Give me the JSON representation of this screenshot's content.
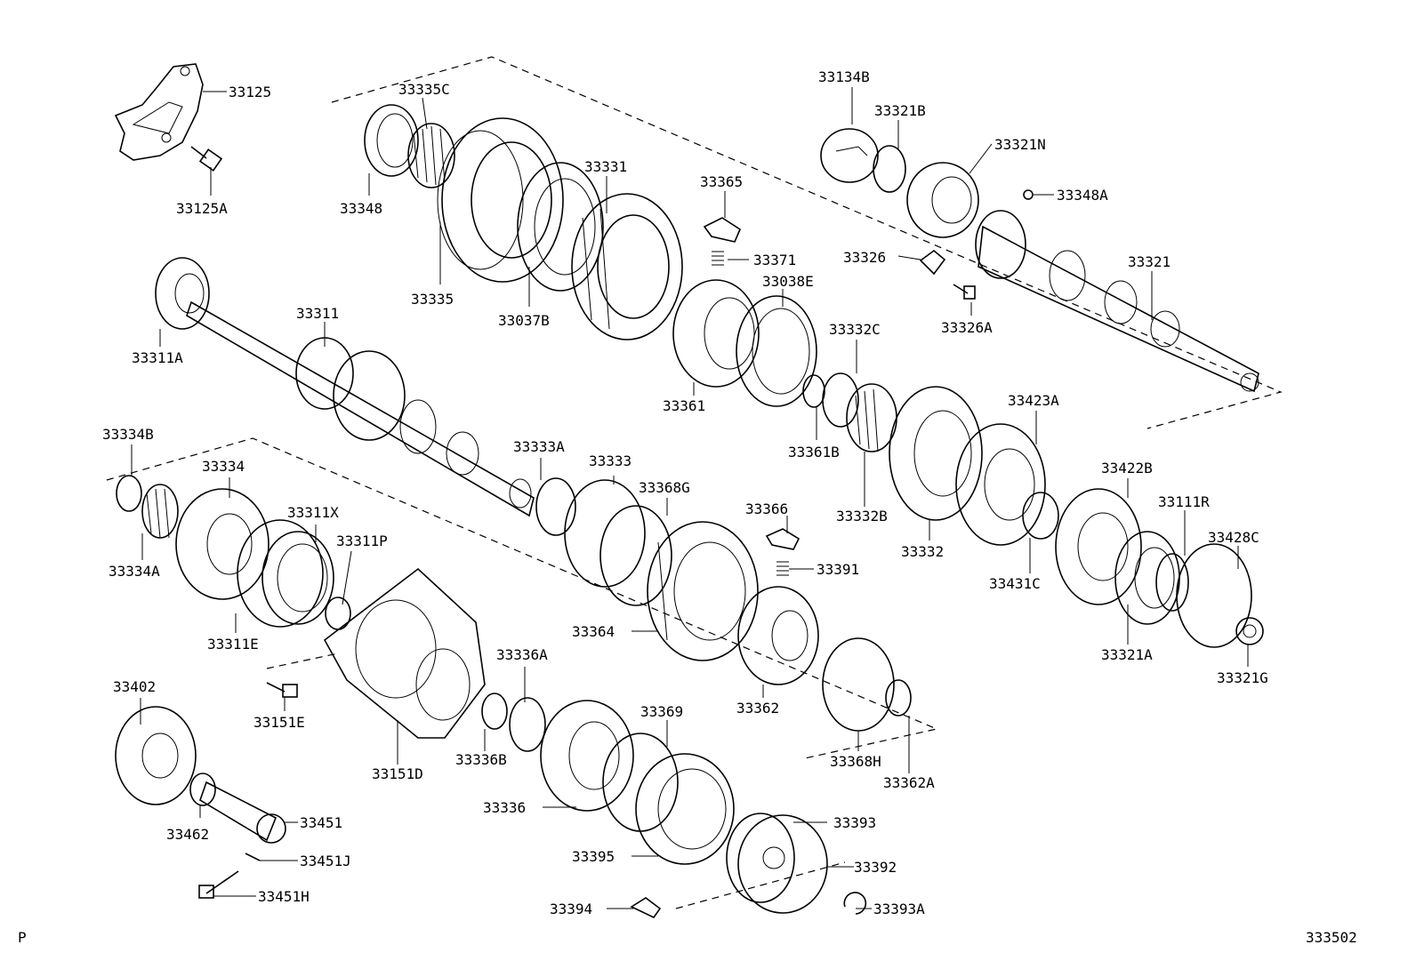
{
  "footer": {
    "left_mark": "P",
    "figure_code": "333502"
  },
  "callouts": [
    {
      "id": "33125",
      "text": "33125"
    },
    {
      "id": "33125A",
      "text": "33125A"
    },
    {
      "id": "33335C",
      "text": "33335C"
    },
    {
      "id": "33348",
      "text": "33348"
    },
    {
      "id": "33335",
      "text": "33335"
    },
    {
      "id": "33331",
      "text": "33331"
    },
    {
      "id": "33037B",
      "text": "33037B"
    },
    {
      "id": "33365",
      "text": "33365"
    },
    {
      "id": "33371",
      "text": "33371"
    },
    {
      "id": "33038E",
      "text": "33038E"
    },
    {
      "id": "33134B",
      "text": "33134B"
    },
    {
      "id": "33321B",
      "text": "33321B"
    },
    {
      "id": "33321N",
      "text": "33321N"
    },
    {
      "id": "33348A",
      "text": "33348A"
    },
    {
      "id": "33326",
      "text": "33326"
    },
    {
      "id": "33326A",
      "text": "33326A"
    },
    {
      "id": "33321",
      "text": "33321"
    },
    {
      "id": "33311",
      "text": "33311"
    },
    {
      "id": "33311A",
      "text": "33311A"
    },
    {
      "id": "33361",
      "text": "33361"
    },
    {
      "id": "33332C",
      "text": "33332C"
    },
    {
      "id": "33361B",
      "text": "33361B"
    },
    {
      "id": "33332B",
      "text": "33332B"
    },
    {
      "id": "33332",
      "text": "33332"
    },
    {
      "id": "33423A",
      "text": "33423A"
    },
    {
      "id": "33334B",
      "text": "33334B"
    },
    {
      "id": "33334",
      "text": "33334"
    },
    {
      "id": "33334A",
      "text": "33334A"
    },
    {
      "id": "33311X",
      "text": "33311X"
    },
    {
      "id": "33311P",
      "text": "33311P"
    },
    {
      "id": "33311E",
      "text": "33311E"
    },
    {
      "id": "33333A",
      "text": "33333A"
    },
    {
      "id": "33333",
      "text": "33333"
    },
    {
      "id": "33368G",
      "text": "33368G"
    },
    {
      "id": "33366",
      "text": "33366"
    },
    {
      "id": "33391",
      "text": "33391"
    },
    {
      "id": "33422B",
      "text": "33422B"
    },
    {
      "id": "33111R",
      "text": "33111R"
    },
    {
      "id": "33428C",
      "text": "33428C"
    },
    {
      "id": "33431C",
      "text": "33431C"
    },
    {
      "id": "33321A",
      "text": "33321A"
    },
    {
      "id": "33321G",
      "text": "33321G"
    },
    {
      "id": "33364",
      "text": "33364"
    },
    {
      "id": "33362",
      "text": "33362"
    },
    {
      "id": "33368H",
      "text": "33368H"
    },
    {
      "id": "33362A",
      "text": "33362A"
    },
    {
      "id": "33402",
      "text": "33402"
    },
    {
      "id": "33151E",
      "text": "33151E"
    },
    {
      "id": "33151D",
      "text": "33151D"
    },
    {
      "id": "33336A",
      "text": "33336A"
    },
    {
      "id": "33336B",
      "text": "33336B"
    },
    {
      "id": "33369",
      "text": "33369"
    },
    {
      "id": "33336",
      "text": "33336"
    },
    {
      "id": "33393",
      "text": "33393"
    },
    {
      "id": "33395",
      "text": "33395"
    },
    {
      "id": "33392",
      "text": "33392"
    },
    {
      "id": "33462",
      "text": "33462"
    },
    {
      "id": "33451",
      "text": "33451"
    },
    {
      "id": "33451J",
      "text": "33451J"
    },
    {
      "id": "33451H",
      "text": "33451H"
    },
    {
      "id": "33394",
      "text": "33394"
    },
    {
      "id": "33393A",
      "text": "33393A"
    }
  ]
}
